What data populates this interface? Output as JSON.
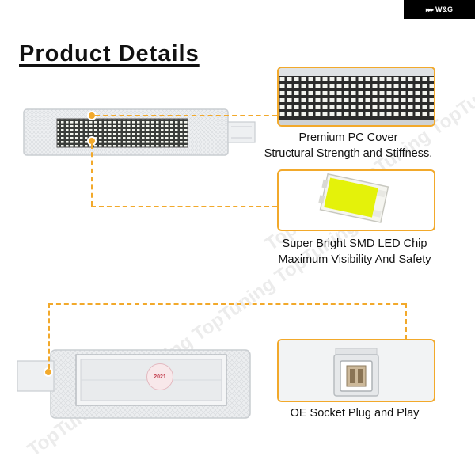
{
  "brand": {
    "name": "W&G",
    "wing": "▸▸▸"
  },
  "title": "Product Details",
  "watermark": "TopTuning TopTuning TopTuning TopTuning",
  "features": [
    {
      "line1": "Premium PC Cover",
      "line2": "Structural Strength and Stiffness.",
      "icon": "led-grid-cover"
    },
    {
      "line1": "Super Bright SMD LED Chip",
      "line2": "Maximum Visibility And Safety",
      "icon": "smd-led-chip"
    },
    {
      "line1": "OE Socket Plug and Play",
      "line2": "",
      "icon": "oe-socket-plug"
    }
  ],
  "label_badge": "2021",
  "colors": {
    "accent": "#f2a92b",
    "brand_bg": "#000000"
  }
}
